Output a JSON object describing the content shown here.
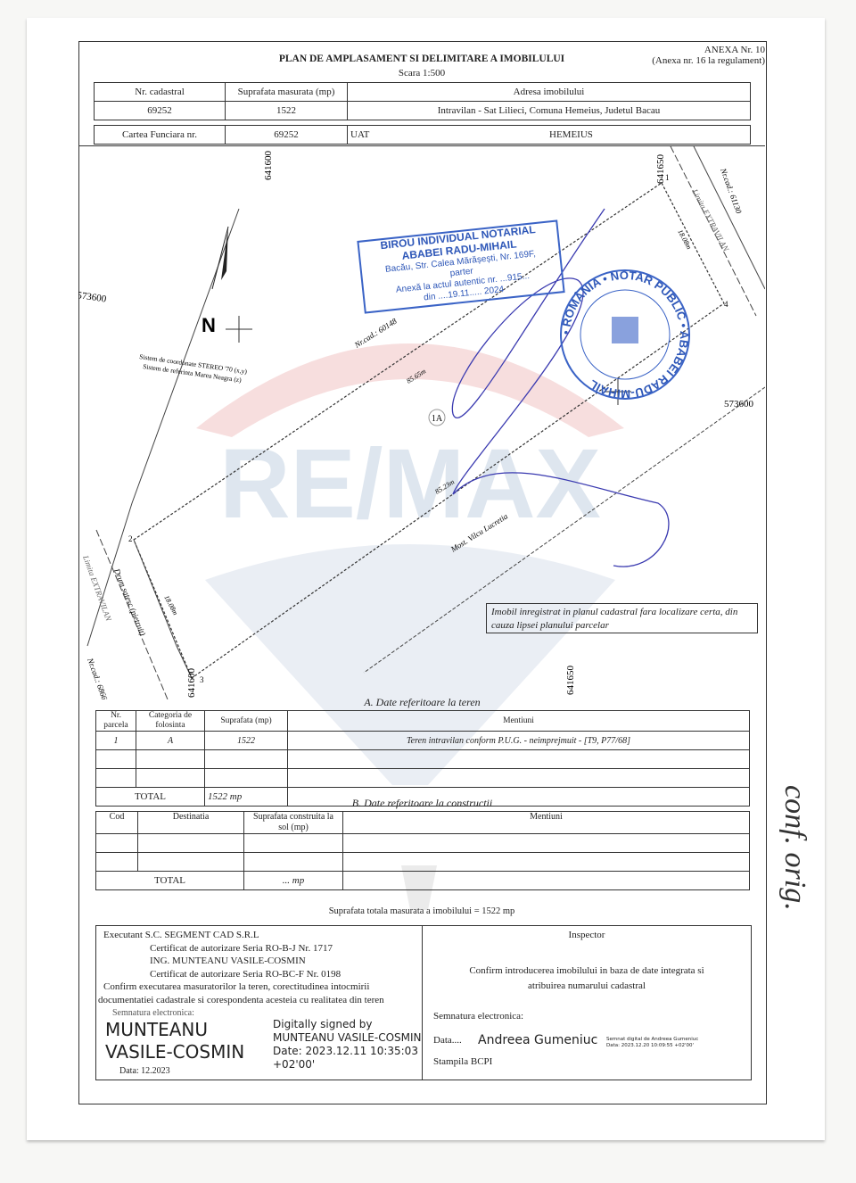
{
  "header": {
    "annex": "ANEXA Nr. 10",
    "annex_note": "(Anexa nr. 16 la regulament)",
    "title": "PLAN DE AMPLASAMENT SI DELIMITARE A IMOBILULUI",
    "scale": "Scara 1:500"
  },
  "id_table": {
    "headers": [
      "Nr. cadastral",
      "Suprafata masurata (mp)",
      "Adresa imobilului"
    ],
    "values": [
      "69252",
      "1522",
      "Intravilan - Sat Lilieci, Comuna Hemeius, Judetul Bacau"
    ],
    "cf_label": "Cartea Funciara nr.",
    "cf_value": "69252",
    "uat_label": "UAT",
    "uat_value": "HEMEIUS"
  },
  "map": {
    "coords": {
      "x_left": "641600",
      "x_right": "641650",
      "y_left": "573600",
      "y_right": "573600",
      "x_bottom_left": "641600",
      "x_bottom_right": "641650"
    },
    "north": "N",
    "system1": "Sistem de coordonate STEREO '70 (x,y)",
    "system2": "Sistem de referinta Marea Neagra (z)",
    "neighbor_top": "Nr.cad.: 60148",
    "neighbor_right": "Nr.cad.: 61130",
    "neighbor_left": "Nr.cad.: 68662",
    "neighbor_bottom": "Most. Vilcu Lucretia",
    "road": "Drum satesc (pietruit)",
    "limit_right": "Limita EXTRAVILAN",
    "limit_left": "Limita EXTRAVILAN",
    "side_top": "85.65m",
    "side_bottom": "85.23m",
    "side_right": "18.08m",
    "side_left": "18.08m",
    "parcel": "1A",
    "points": [
      "1",
      "2",
      "3",
      "4"
    ],
    "note": "Imobil inregistrat in planul cadastral fara localizare certa, din cauza lipsei planului parcelar"
  },
  "notary_stamp": {
    "line1": "BIROU INDIVIDUAL NOTARIAL",
    "line2": "ABABEI RADU-MIHAIL",
    "line3": "Bacău, Str. Calea Mărășești, Nr. 169F,",
    "line4": "parter",
    "line5": "Anexă la actul autentic nr. ...915...",
    "line6": "din ....19.11..... 2024",
    "seal": "• ROMÂNIA • NOTAR PUBLIC • ABABEI RADU-MIHAIL"
  },
  "section_a": {
    "title": "A. Date referitoare la teren",
    "headers": [
      "Nr. parcela",
      "Categoria de folosinta",
      "Suprafata (mp)",
      "Mentiuni"
    ],
    "rows": [
      [
        "1",
        "A",
        "1522",
        "Teren intravilan conform P.U.G. - neimprejmuit - [T9, P77/68]"
      ]
    ],
    "total_label": "TOTAL",
    "total_value": "1522 mp"
  },
  "section_b": {
    "title": "B. Date referitoare la constructii",
    "headers": [
      "Cod",
      "Destinatia",
      "Suprafata construita la sol (mp)",
      "Mentiuni"
    ],
    "total_label": "TOTAL",
    "total_value": "... mp"
  },
  "total_area": "Suprafata totala masurata a imobilului = 1522 mp",
  "executant": {
    "l1": "Executant S.C. SEGMENT CAD S.R.L",
    "l2": "Certificat de autorizare Seria RO-B-J Nr. 1717",
    "l3": "ING. MUNTEANU VASILE-COSMIN",
    "l4": "Certificat de autorizare Seria RO-BC-F Nr. 0198",
    "l5": "Confirm executarea masuratorilor la teren, corectitudinea intocmirii",
    "l6": "documentatiei cadastrale si corespondenta acesteia cu realitatea din teren",
    "sig_label": "Semnatura electronica:",
    "sig_name1": "MUNTEANU",
    "sig_name2": "VASILE-COSMIN",
    "digital1": "Digitally signed by",
    "digital2": "MUNTEANU VASILE-COSMIN",
    "digital3": "Date: 2023.12.11 10:35:03",
    "digital4": "+02'00'",
    "date": "Data: 12.2023"
  },
  "inspector": {
    "title": "Inspector",
    "l1": "Confirm introducerea imobilului in baza de date integrata si",
    "l2": "atribuirea numarului cadastral",
    "sig_label": "Semnatura electronica:",
    "data_label": "Data....",
    "sig_name": "Andreea Gumeniuc",
    "sig_small1": "Semnat digital de Andreea Gumeniuc",
    "sig_small2": "Data: 2023.12.20 10:09:55 +02'00'",
    "stamp": "Stampila BCPI"
  },
  "watermark": "RE/MAX",
  "handwriting": "conf. orig."
}
